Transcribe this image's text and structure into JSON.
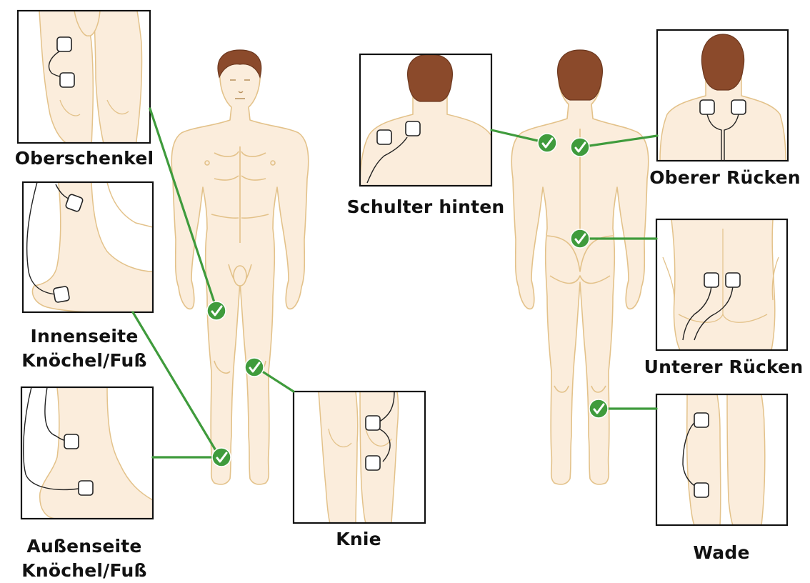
{
  "labels": {
    "oberschenkel": "Oberschenkel",
    "innenseite_line1": "Innenseite",
    "innenseite_line2": "Knöchel/Fuß",
    "aussenseite_line1": "Außenseite",
    "aussenseite_line2": "Knöchel/Fuß",
    "knie": "Knie",
    "schulter_hinten": "Schulter hinten",
    "oberer_ruecken": "Oberer Rücken",
    "unterer_ruecken": "Unterer Rücken",
    "wade": "Wade"
  },
  "colors": {
    "skin": "#fbeddc",
    "skin_outline": "#e3c28a",
    "hair": "#8b4a2b",
    "marker": "#3f9b3c",
    "leader_line": "#3f9b3c",
    "electrode_wire": "#222222"
  },
  "icons": {
    "marker": "checkmark-icon",
    "electrode": "electrode-pad-icon"
  }
}
